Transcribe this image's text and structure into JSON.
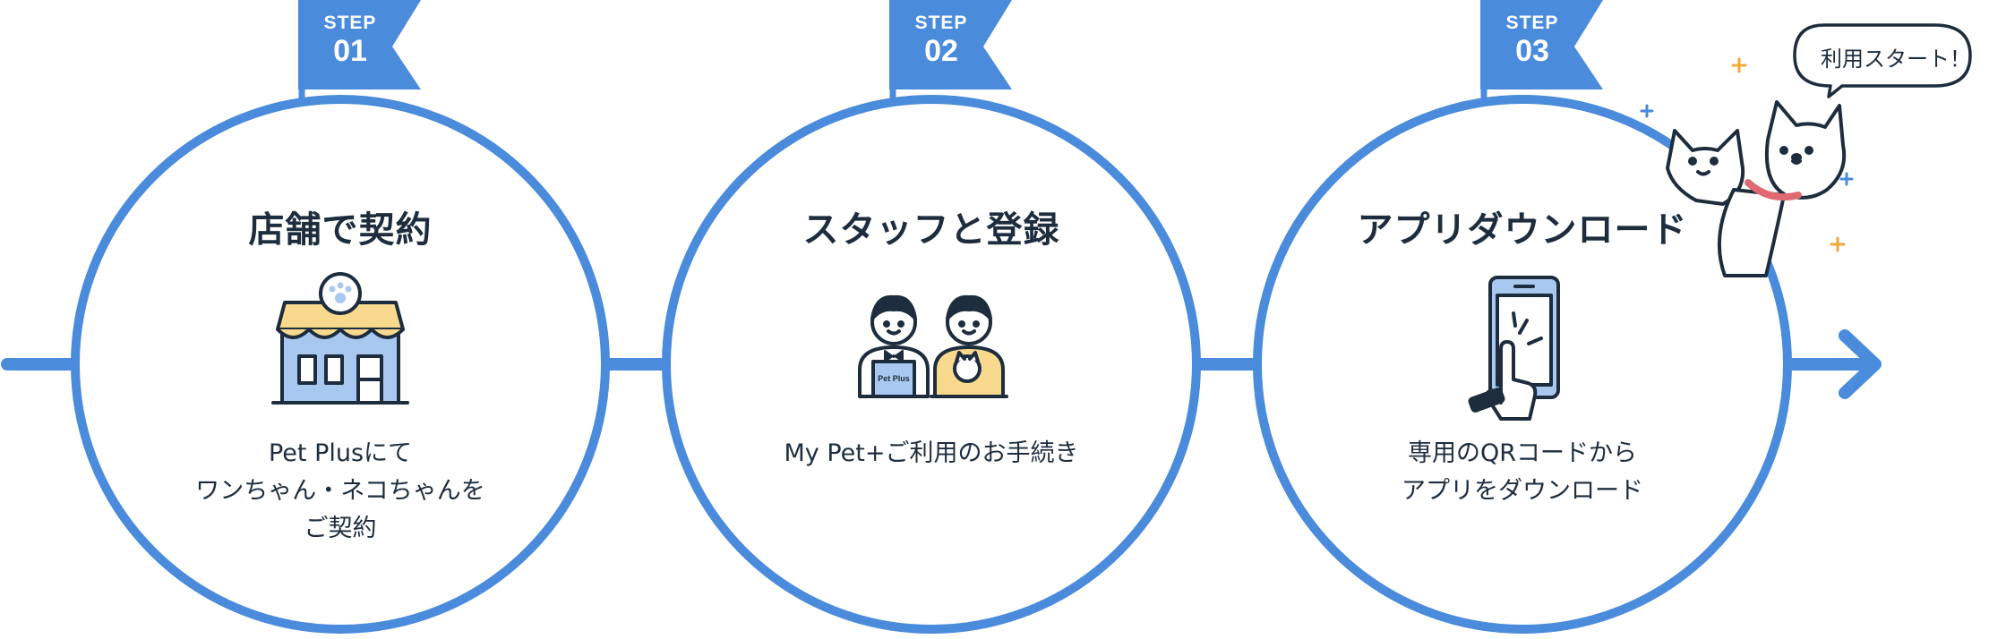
{
  "steps": [
    {
      "flag_label": "STEP",
      "flag_number": "01",
      "title": "店舗で契約",
      "description_lines": [
        "Pet Plusにて",
        "ワンちゃん・ネコちゃんを",
        "ご契約"
      ],
      "icon": "pet-shop-icon"
    },
    {
      "flag_label": "STEP",
      "flag_number": "02",
      "title": "スタッフと登録",
      "description_lines": [
        "My Pet+ご利用のお手続き"
      ],
      "icon": "staff-people-icon",
      "icon_apron_text": "Pet Plus"
    },
    {
      "flag_label": "STEP",
      "flag_number": "03",
      "title": "アプリダウンロード",
      "description_lines": [
        "専用のQRコードから",
        "アプリをダウンロード"
      ],
      "icon": "smartphone-tap-icon"
    }
  ],
  "speech_bubble": {
    "text": "利用スタート！"
  },
  "colors": {
    "primary_blue": "#4a8bdc",
    "dark_text": "#1d2d3e",
    "light_blue_fill": "#a9c8ef",
    "yellow_fill": "#f8d98e",
    "sparkle_orange": "#f0a83c",
    "collar_red": "#e06a72"
  }
}
